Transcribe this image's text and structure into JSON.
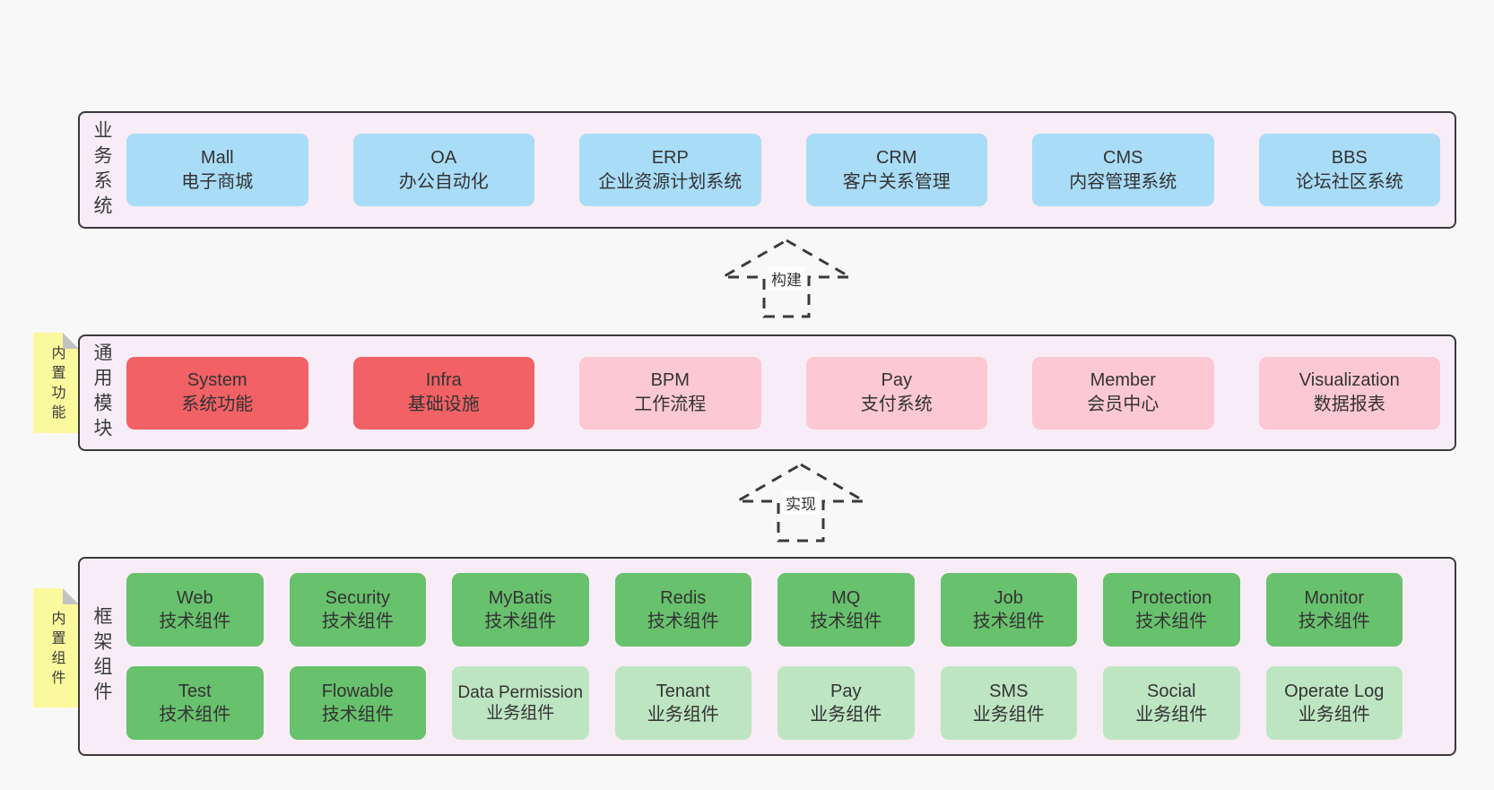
{
  "colors": {
    "page_bg": "#f8f8f8",
    "band_bg": "#f8edf6",
    "band_border": "#3a3a3a",
    "blue": "#a9dcf7",
    "red": "#f16165",
    "pink": "#fbc8d3",
    "green": "#68c16d",
    "lightgreen": "#bee5c2",
    "note_bg": "#fbf99d",
    "note_fold": "#c2c2c2"
  },
  "arrows": [
    {
      "label": "构建"
    },
    {
      "label": "实现"
    }
  ],
  "bands": [
    {
      "id": "business-systems",
      "label": "业务系统",
      "boxes": [
        {
          "name": "Mall",
          "desc": "电子商城",
          "color": "blue"
        },
        {
          "name": "OA",
          "desc": "办公自动化",
          "color": "blue"
        },
        {
          "name": "ERP",
          "desc": "企业资源计划系统",
          "color": "blue"
        },
        {
          "name": "CRM",
          "desc": "客户关系管理",
          "color": "blue"
        },
        {
          "name": "CMS",
          "desc": "内容管理系统",
          "color": "blue"
        },
        {
          "name": "BBS",
          "desc": "论坛社区系统",
          "color": "blue"
        }
      ]
    },
    {
      "id": "common-modules",
      "label": "通用模块",
      "note": "内置功能",
      "boxes": [
        {
          "name": "System",
          "desc": "系统功能",
          "color": "red"
        },
        {
          "name": "Infra",
          "desc": "基础设施",
          "color": "red"
        },
        {
          "name": "BPM",
          "desc": "工作流程",
          "color": "pink"
        },
        {
          "name": "Pay",
          "desc": "支付系统",
          "color": "pink"
        },
        {
          "name": "Member",
          "desc": "会员中心",
          "color": "pink"
        },
        {
          "name": "Visualization",
          "desc": "数据报表",
          "color": "pink"
        }
      ]
    },
    {
      "id": "framework-components",
      "label": "框架组件",
      "note": "内置组件",
      "rows": [
        [
          {
            "name": "Web",
            "desc": "技术组件",
            "color": "green"
          },
          {
            "name": "Security",
            "desc": "技术组件",
            "color": "green"
          },
          {
            "name": "MyBatis",
            "desc": "技术组件",
            "color": "green"
          },
          {
            "name": "Redis",
            "desc": "技术组件",
            "color": "green"
          },
          {
            "name": "MQ",
            "desc": "技术组件",
            "color": "green"
          },
          {
            "name": "Job",
            "desc": "技术组件",
            "color": "green"
          },
          {
            "name": "Protection",
            "desc": "技术组件",
            "color": "green"
          },
          {
            "name": "Monitor",
            "desc": "技术组件",
            "color": "green"
          }
        ],
        [
          {
            "name": "Test",
            "desc": "技术组件",
            "color": "green"
          },
          {
            "name": "Flowable",
            "desc": "技术组件",
            "color": "green"
          },
          {
            "name": "Data Permission",
            "desc": "业务组件",
            "color": "lightgreen"
          },
          {
            "name": "Tenant",
            "desc": "业务组件",
            "color": "lightgreen"
          },
          {
            "name": "Pay",
            "desc": "业务组件",
            "color": "lightgreen"
          },
          {
            "name": "SMS",
            "desc": "业务组件",
            "color": "lightgreen"
          },
          {
            "name": "Social",
            "desc": "业务组件",
            "color": "lightgreen"
          },
          {
            "name": "Operate Log",
            "desc": "业务组件",
            "color": "lightgreen"
          }
        ]
      ]
    }
  ]
}
